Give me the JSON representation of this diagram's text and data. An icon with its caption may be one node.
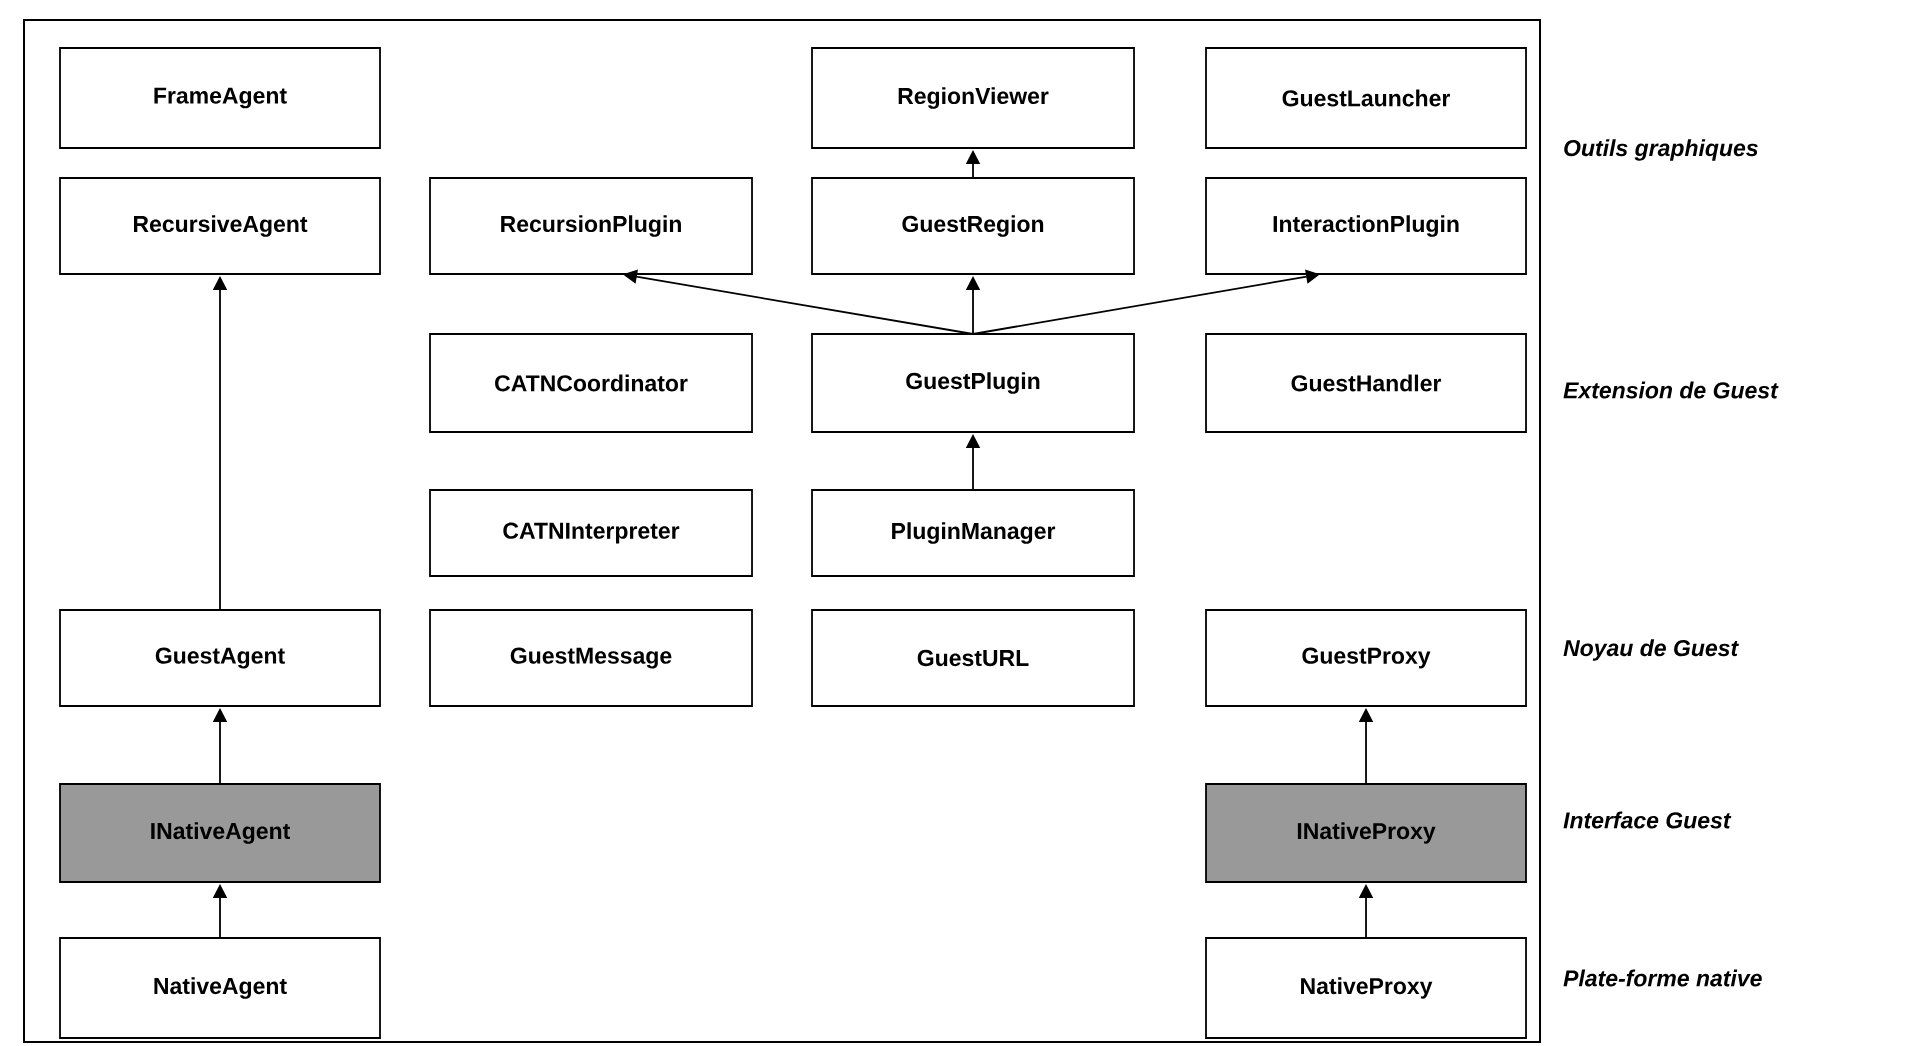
{
  "diagram": {
    "nodes": [
      {
        "text": [],
        "shape": "box"
      },
      {
        "text": [
          "FrameAgent"
        ],
        "in": 0
      },
      {
        "text": [
          "RegionViewer"
        ],
        "in": 0
      },
      {
        "text": [
          "GuestLauncher"
        ],
        "in": 0
      },
      {
        "text": [
          "RecursiveAgent"
        ],
        "in": 0
      },
      {
        "text": [
          "RecursionPlugin"
        ],
        "in": 0
      },
      {
        "text": [
          "GuestRegion"
        ],
        "in": 0
      },
      {
        "text": [
          "InteractionPlugin"
        ],
        "in": 0
      },
      {
        "text": [
          "CATNCoordinator"
        ],
        "in": 0
      },
      {
        "text": [
          "GuestPlugin"
        ],
        "in": 0
      },
      {
        "text": [
          "GuestHandler"
        ],
        "in": 0
      },
      {
        "text": [
          "CATNInterpreter"
        ],
        "in": 0
      },
      {
        "text": [
          "PluginManager"
        ],
        "in": 0
      },
      {
        "text": [
          "GuestAgent"
        ],
        "in": 0
      },
      {
        "text": [
          "GuestMessage"
        ],
        "in": 0
      },
      {
        "text": [
          "GuestURL"
        ],
        "in": 0
      },
      {
        "text": [
          "GuestProxy"
        ],
        "in": 0
      },
      {
        "text": [
          "INativeAgent"
        ],
        "in": 0
      },
      {
        "text": [
          "INativeProxy"
        ],
        "in": 0
      },
      {
        "text": [
          "NativeAgent"
        ],
        "in": 0
      },
      {
        "text": [
          "NativeProxy"
        ],
        "in": 0
      }
    ],
    "edges": [
      {
        "from": 6,
        "to": 2,
        "arrow": "to"
      },
      {
        "from": 9,
        "to": 5,
        "arrow": "to"
      },
      {
        "from": 9,
        "to": 6,
        "arrow": "to"
      },
      {
        "from": 9,
        "to": 7,
        "arrow": "to"
      },
      {
        "from": 12,
        "to": 9,
        "arrow": "to"
      },
      {
        "from": 13,
        "to": 4,
        "arrow": "to"
      },
      {
        "from": 17,
        "to": 13,
        "arrow": "to"
      },
      {
        "from": 19,
        "to": 17,
        "arrow": "to"
      },
      {
        "from": 18,
        "to": 16,
        "arrow": "to"
      },
      {
        "from": 20,
        "to": 18,
        "arrow": "to"
      }
    ],
    "labels": [
      "Outils graphiques",
      "Extension de Guest",
      "Noyau de Guest",
      "Interface Guest",
      "Plate-forme native"
    ]
  }
}
